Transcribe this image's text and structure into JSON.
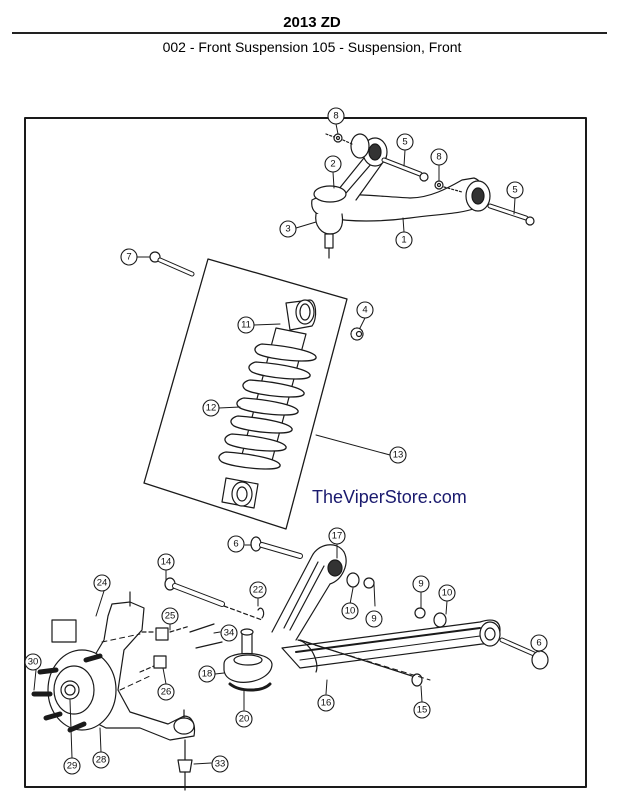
{
  "header": {
    "title": "2013 ZD",
    "subtitle": "002 - Front Suspension   105 - Suspension, Front"
  },
  "watermark": "TheViperStore.com",
  "diagram": {
    "name": "front-suspension-exploded-view",
    "callouts": [
      {
        "id": "c1",
        "label": "1",
        "part": "upper-control-arm"
      },
      {
        "id": "c2",
        "label": "2",
        "part": "upper-ball-joint-boot"
      },
      {
        "id": "c3",
        "label": "3",
        "part": "upper-ball-joint"
      },
      {
        "id": "c4",
        "label": "4",
        "part": "nut"
      },
      {
        "id": "c5a",
        "label": "5",
        "part": "upper-arm-bolt"
      },
      {
        "id": "c5b",
        "label": "5",
        "part": "upper-arm-bolt"
      },
      {
        "id": "c6a",
        "label": "6",
        "part": "cam-bolt"
      },
      {
        "id": "c6b",
        "label": "6",
        "part": "cam-bolt"
      },
      {
        "id": "c7",
        "label": "7",
        "part": "shock-bolt"
      },
      {
        "id": "c8a",
        "label": "8",
        "part": "nut"
      },
      {
        "id": "c8b",
        "label": "8",
        "part": "nut"
      },
      {
        "id": "c9a",
        "label": "9",
        "part": "nut"
      },
      {
        "id": "c9b",
        "label": "9",
        "part": "nut"
      },
      {
        "id": "c10a",
        "label": "10",
        "part": "cam-washer"
      },
      {
        "id": "c10b",
        "label": "10",
        "part": "cam-washer"
      },
      {
        "id": "c11",
        "label": "11",
        "part": "shock-absorber"
      },
      {
        "id": "c12",
        "label": "12",
        "part": "coil-spring"
      },
      {
        "id": "c13",
        "label": "13",
        "part": "coil-over-assembly"
      },
      {
        "id": "c14",
        "label": "14",
        "part": "bolt"
      },
      {
        "id": "c15",
        "label": "15",
        "part": "nut"
      },
      {
        "id": "c16",
        "label": "16",
        "part": "lower-control-arm"
      },
      {
        "id": "c17",
        "label": "17",
        "part": "lower-arm-front-link"
      },
      {
        "id": "c18",
        "label": "18",
        "part": "lower-ball-joint"
      },
      {
        "id": "c20",
        "label": "20",
        "part": "ball-joint-boot"
      },
      {
        "id": "c22",
        "label": "22",
        "part": "cotter-pin"
      },
      {
        "id": "c24",
        "label": "24",
        "part": "steering-knuckle"
      },
      {
        "id": "c25",
        "label": "25",
        "part": "castle-nut"
      },
      {
        "id": "c26",
        "label": "26",
        "part": "castle-nut"
      },
      {
        "id": "c28",
        "label": "28",
        "part": "hub-bearing"
      },
      {
        "id": "c29",
        "label": "29",
        "part": "hub-nut"
      },
      {
        "id": "c30",
        "label": "30",
        "part": "wheel-stud"
      },
      {
        "id": "c33",
        "label": "33",
        "part": "nut"
      },
      {
        "id": "c34",
        "label": "34",
        "part": "cotter-pin"
      }
    ]
  }
}
